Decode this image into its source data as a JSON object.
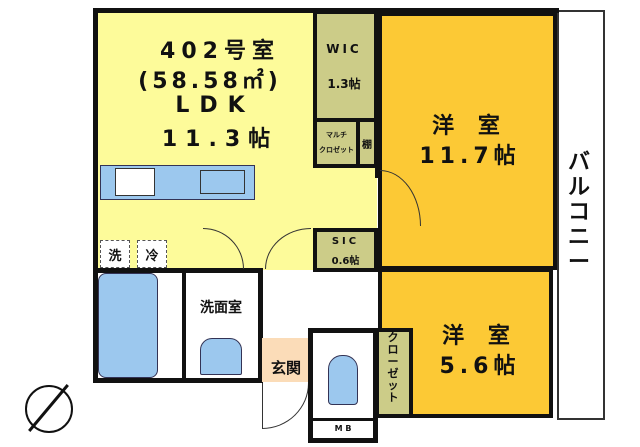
{
  "ldk": {
    "unit": "402号室",
    "area": "(58.58㎡)",
    "name": "LDK",
    "size": "11.3帖"
  },
  "wic": {
    "name": "WIC",
    "size": "1.3帖"
  },
  "multi_closet": {
    "line1": "マルチ",
    "line2": "クロゼット"
  },
  "shelf": "棚",
  "western1": {
    "name": "洋 室",
    "size": "11.7帖"
  },
  "western2": {
    "name": "洋 室",
    "size": "5.6帖"
  },
  "balcony": "バルコニー",
  "sic": {
    "name": "SIC",
    "size": "0.6帖"
  },
  "washer": "洗",
  "fridge": "冷",
  "washroom": "洗面室",
  "entrance": "玄関",
  "closet": "クローゼット",
  "mb": "M B",
  "colors": {
    "ldk": "#fdfb9a",
    "room": "#fcc935",
    "closet": "#cccc88",
    "water": "#9cc8ee",
    "entrance": "#fbdcb8"
  }
}
